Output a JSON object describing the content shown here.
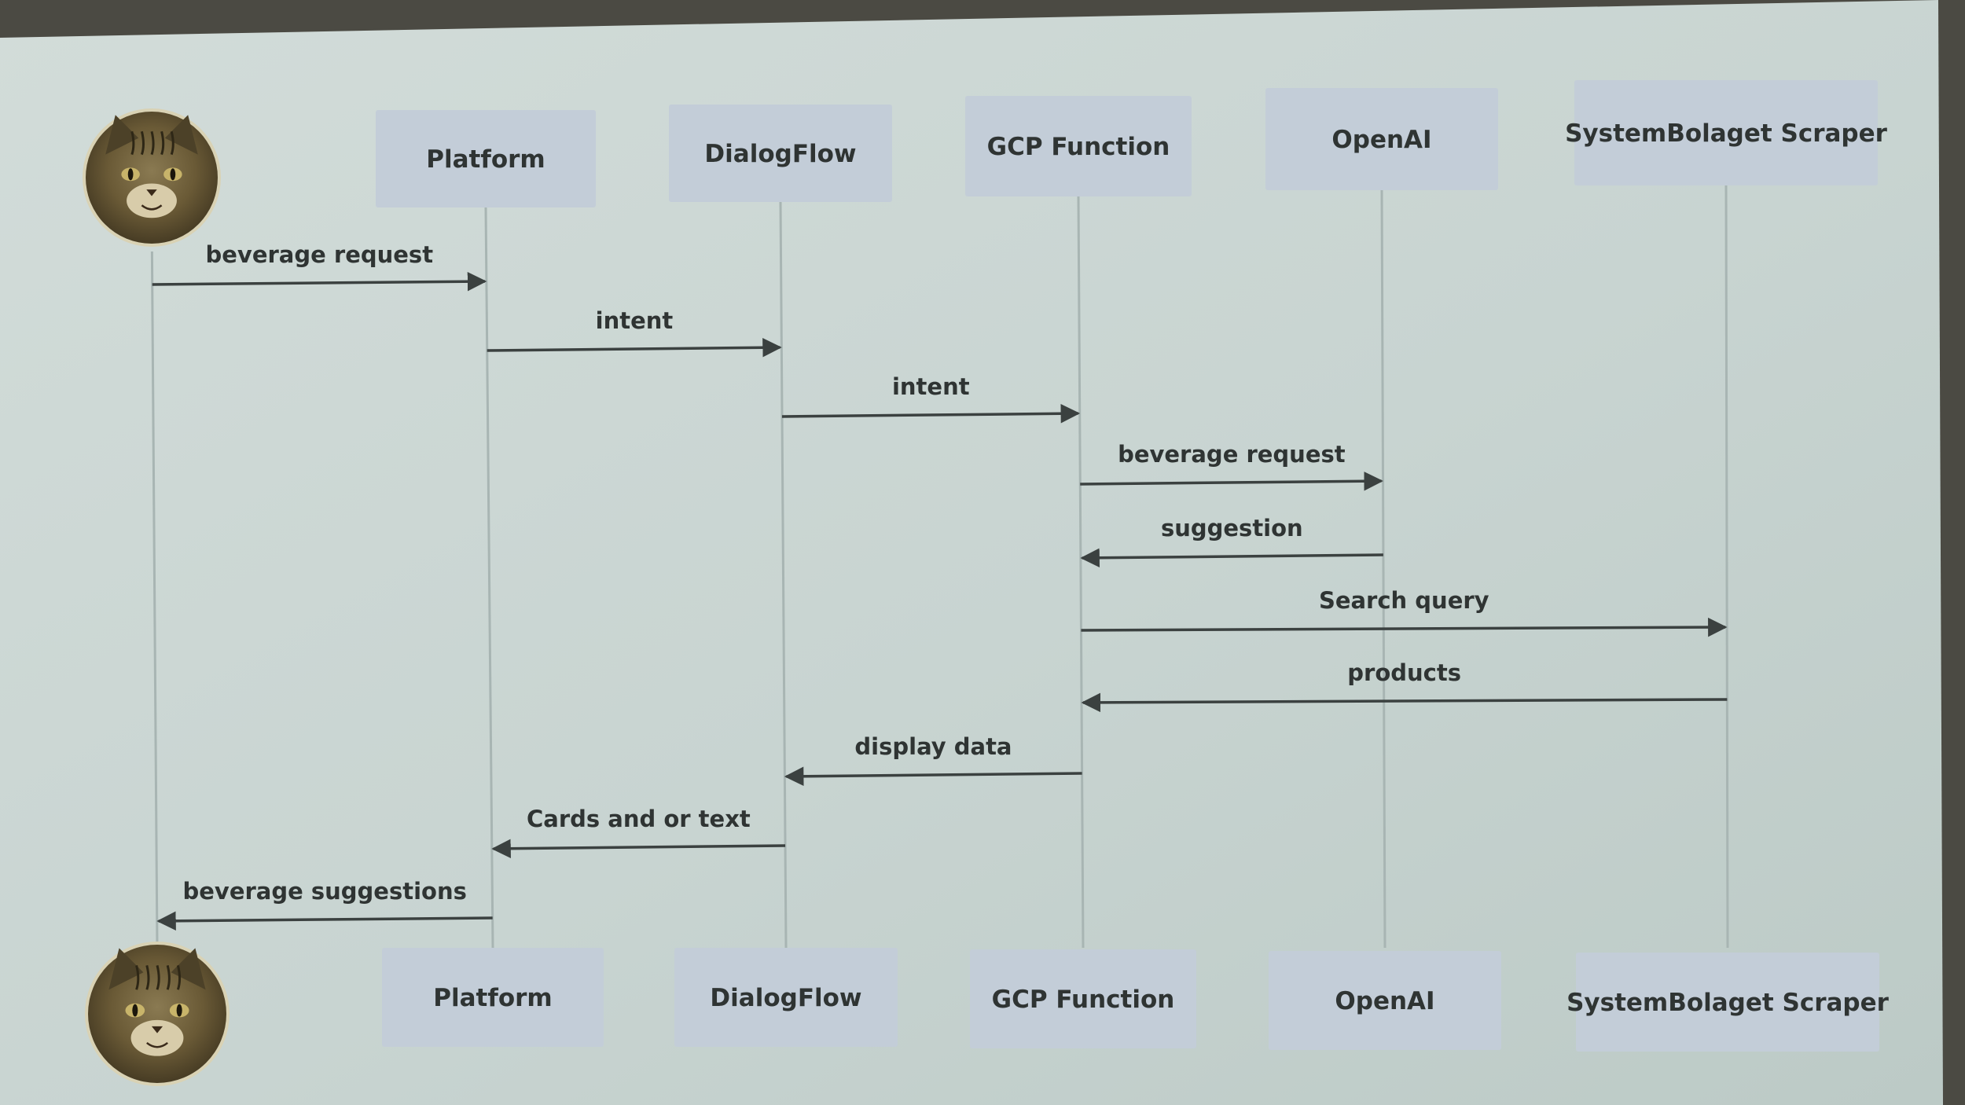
{
  "diagram": {
    "type": "sequence",
    "actor": {
      "icon": "cat-avatar-icon"
    },
    "participants": [
      {
        "id": "platform",
        "label": "Platform"
      },
      {
        "id": "dialogflow",
        "label": "DialogFlow"
      },
      {
        "id": "gcp",
        "label": "GCP Function"
      },
      {
        "id": "openai",
        "label": "OpenAI"
      },
      {
        "id": "scraper",
        "label": "SystemBolaget Scraper"
      }
    ],
    "messages": [
      {
        "from": "actor",
        "to": "platform",
        "label": "beverage request"
      },
      {
        "from": "platform",
        "to": "dialogflow",
        "label": "intent"
      },
      {
        "from": "dialogflow",
        "to": "gcp",
        "label": "intent"
      },
      {
        "from": "gcp",
        "to": "openai",
        "label": "beverage request"
      },
      {
        "from": "openai",
        "to": "gcp",
        "label": "suggestion"
      },
      {
        "from": "gcp",
        "to": "scraper",
        "label": "Search query"
      },
      {
        "from": "scraper",
        "to": "gcp",
        "label": "products"
      },
      {
        "from": "gcp",
        "to": "dialogflow",
        "label": "display data"
      },
      {
        "from": "dialogflow",
        "to": "platform",
        "label": "Cards and or text"
      },
      {
        "from": "platform",
        "to": "actor",
        "label": "beverage suggestions"
      }
    ],
    "colors": {
      "screen_top": "#cfdad7",
      "screen_bottom": "#bfcdc9",
      "participant_box": "#c3cdd8",
      "lifeline": "#a8b5b3",
      "arrow": "#3b4140",
      "text": "#2f3433"
    }
  }
}
